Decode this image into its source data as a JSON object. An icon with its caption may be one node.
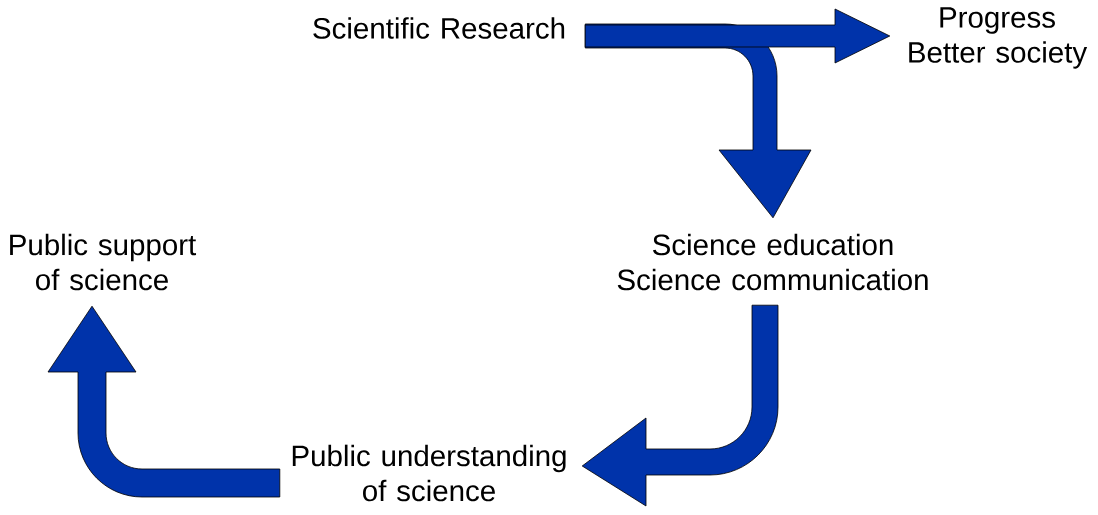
{
  "diagram": {
    "nodes": [
      {
        "text": [
          "Scientific Research"
        ]
      },
      {
        "text": [
          "Progress",
          "Better society"
        ]
      },
      {
        "text": [
          "Science education",
          "Science communication"
        ]
      },
      {
        "text": [
          "Public understanding of science"
        ]
      },
      {
        "text": [
          "Public support of science"
        ]
      }
    ],
    "edges": [
      {
        "from": 0,
        "to": 1,
        "arrow": "to"
      },
      {
        "from": 0,
        "to": 2,
        "arrow": "to"
      },
      {
        "from": 2,
        "to": 3,
        "arrow": "to"
      },
      {
        "from": 3,
        "to": 4,
        "arrow": "to"
      }
    ]
  }
}
